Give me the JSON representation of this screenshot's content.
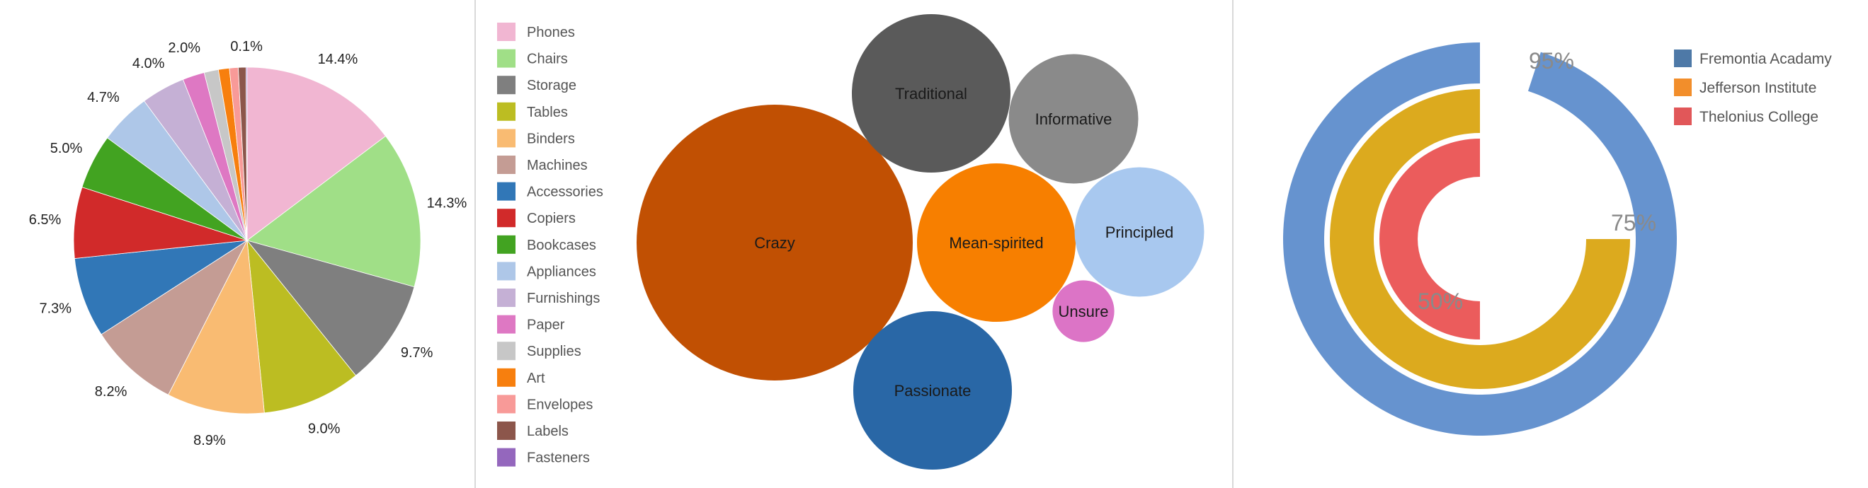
{
  "chart_data": [
    {
      "type": "pie",
      "categories": [
        "Phones",
        "Chairs",
        "Storage",
        "Tables",
        "Binders",
        "Machines",
        "Accessories",
        "Copiers",
        "Bookcases",
        "Appliances",
        "Furnishings",
        "Paper",
        "Supplies",
        "Art",
        "Envelopes",
        "Labels",
        "Fasteners"
      ],
      "values": [
        14.4,
        14.3,
        9.7,
        9.0,
        8.9,
        8.2,
        7.3,
        6.5,
        5.0,
        4.7,
        4.0,
        2.0,
        1.3,
        1.0,
        0.8,
        0.7,
        0.1
      ],
      "labels": [
        "14.4%",
        "14.3%",
        "9.7%",
        "9.0%",
        "8.9%",
        "8.2%",
        "7.3%",
        "6.5%",
        "5.0%",
        "4.7%",
        "4.0%",
        "2.0%",
        "",
        "",
        "",
        "",
        "0.1%"
      ],
      "colors": [
        "#f1b6d2",
        "#a0df87",
        "#7f7f7f",
        "#bcbd22",
        "#f9bb72",
        "#c49c94",
        "#3177b7",
        "#d12a2a",
        "#42a321",
        "#aec7e8",
        "#c5b0d5",
        "#de78c3",
        "#c7c7c7",
        "#f77f0e",
        "#f89a98",
        "#8c564b",
        "#9467bd"
      ],
      "legend_placement": "right"
    },
    {
      "type": "bubble",
      "categories": [
        "Crazy",
        "Traditional",
        "Informative",
        "Mean-spirited",
        "Principled",
        "Unsure",
        "Passionate"
      ],
      "values": [
        100,
        33,
        22,
        33,
        22,
        5,
        33
      ],
      "colors": [
        "#c15003",
        "#5a5a5a",
        "#8a8a8a",
        "#f77f00",
        "#a8c8ef",
        "#dc74c6",
        "#2967a6"
      ]
    },
    {
      "type": "radial-bar",
      "categories": [
        "Fremontia Acadamy",
        "Jefferson Institute",
        "Thelonius College"
      ],
      "values": [
        95,
        75,
        50
      ],
      "labels": [
        "95%",
        "75%",
        "50%"
      ],
      "colors": [
        "#6693cf",
        "#dcaa1e",
        "#eb5c5c"
      ],
      "legend_colors": [
        "#4e79a7",
        "#f28e2b",
        "#e15759"
      ],
      "legend_placement": "top-right"
    }
  ]
}
